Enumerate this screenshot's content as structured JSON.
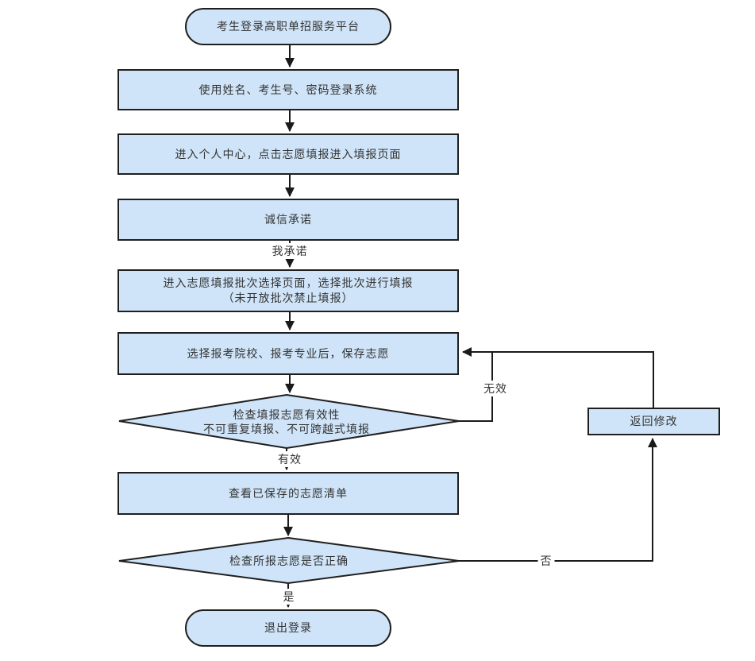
{
  "diagram": {
    "type": "flowchart",
    "colors": {
      "node_fill": "#cfe4f8",
      "node_border": "#1f1f1f",
      "connector": "#1a1a1a",
      "text": "#333333",
      "background": "#ffffff"
    },
    "nodes": {
      "start": {
        "label": "考生登录高职单招服务平台"
      },
      "login": {
        "label": "使用姓名、考生号、密码登录系统"
      },
      "personal_center": {
        "label": "进入个人中心，点击志愿填报进入填报页面"
      },
      "integrity_pledge": {
        "label": "诚信承诺"
      },
      "batch_select": {
        "line1": "进入志愿填报批次选择页面，选择批次进行填报",
        "line2": "（未开放批次禁止填报）"
      },
      "save_volunteer": {
        "label": "选择报考院校、报考专业后，保存志愿"
      },
      "check_validity": {
        "line1": "检查填报志愿有效性",
        "line2": "不可重复填报、不可跨越式填报"
      },
      "return_modify": {
        "label": "返回修改"
      },
      "view_saved": {
        "label": "查看已保存的志愿清单"
      },
      "check_correct": {
        "label": "检查所报志愿是否正确"
      },
      "end": {
        "label": "退出登录"
      }
    },
    "edge_labels": {
      "pledge": "我承诺",
      "invalid": "无效",
      "valid": "有效",
      "no": "否",
      "yes": "是"
    }
  }
}
